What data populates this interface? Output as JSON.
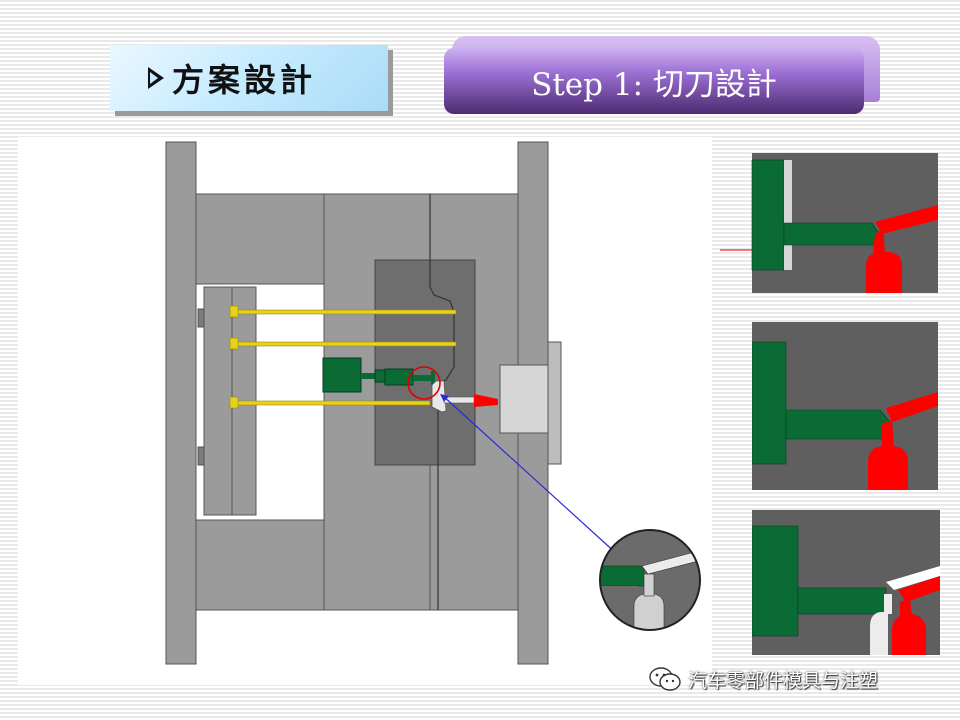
{
  "header": {
    "title": "方案設計",
    "step_label": "Step 1:  切刀設計"
  },
  "watermark": {
    "text": "汽车零部件模具与注塑"
  },
  "icons": {
    "title_bullet": "arrowhead-bullet-icon",
    "watermark_logo": "wechat-icon"
  },
  "colors": {
    "title_bg": "#c8ecff",
    "step_bg": "#7a4fb0",
    "mold_plate": "#9b9b9b",
    "mold_dark": "#6e6e6e",
    "green_part": "#0b6b35",
    "red_gate": "#ff0000",
    "yellow_pin": "#e6d21e",
    "callout_line": "#2a2ad8",
    "highlight_circle": "#e00000"
  }
}
